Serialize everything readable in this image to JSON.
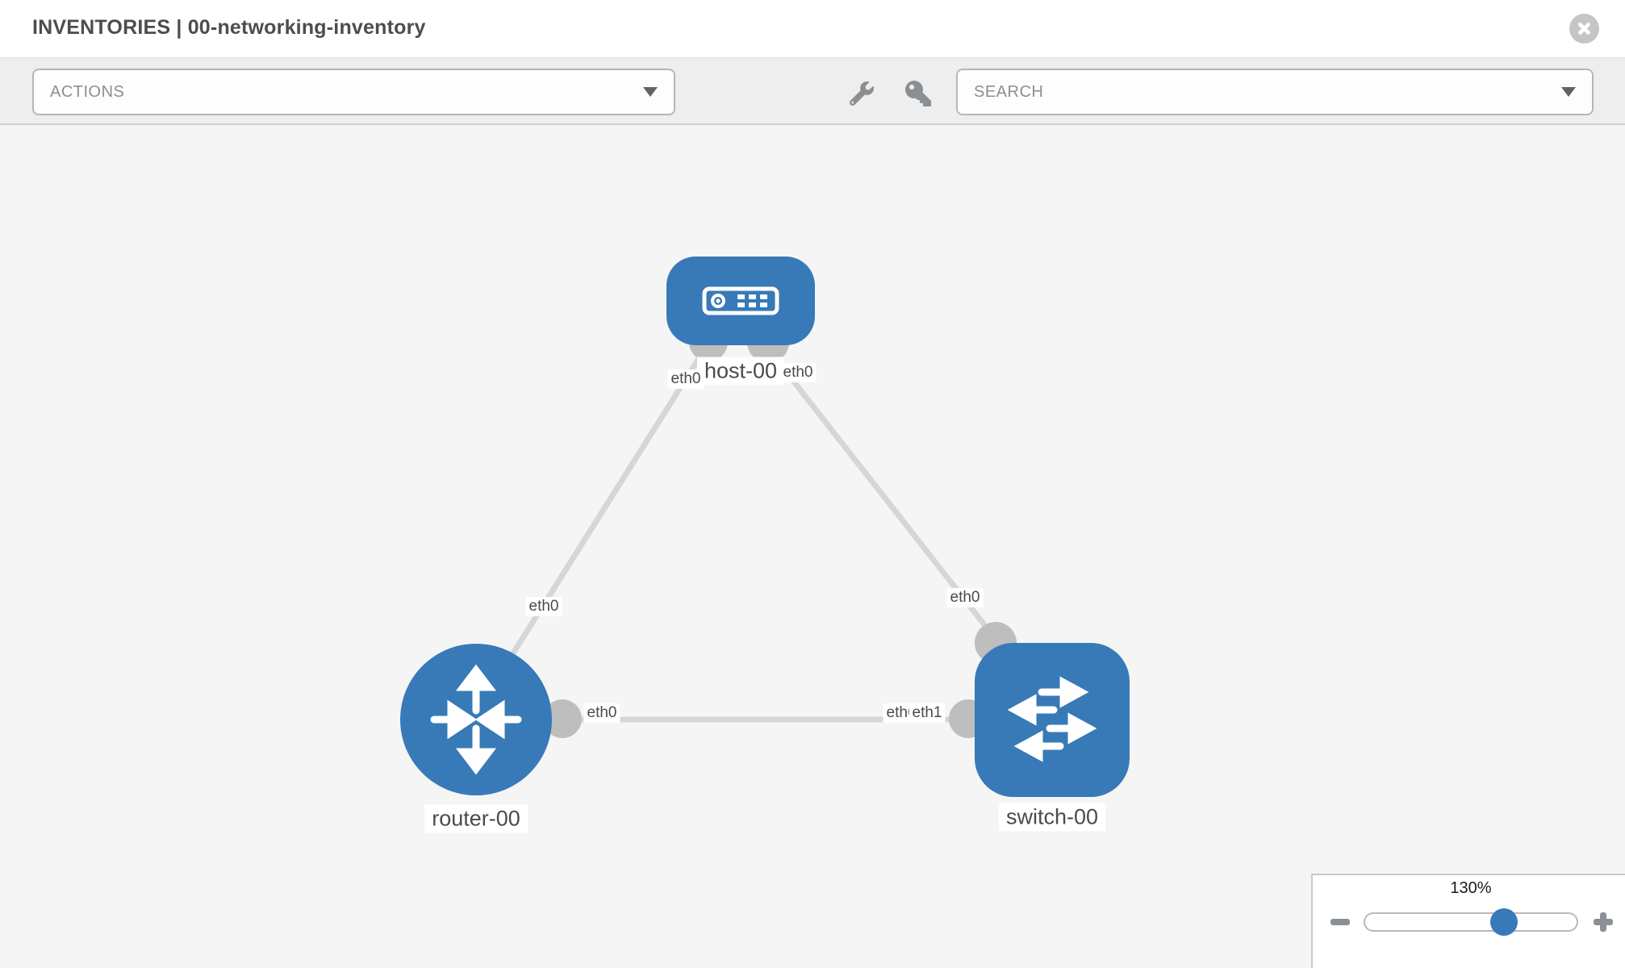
{
  "window": {
    "title": "INVENTORIES | 00-networking-inventory"
  },
  "toolbar": {
    "actions_label": "ACTIONS",
    "search_placeholder": "SEARCH"
  },
  "canvas": {
    "zoom_level": "130%"
  },
  "topology": {
    "nodes": [
      {
        "label": "host-00",
        "type": "host"
      },
      {
        "label": "router-00",
        "type": "router"
      },
      {
        "label": "switch-00",
        "type": "switch"
      }
    ],
    "links": [
      {
        "from": "host-00",
        "from_interface": "eth0",
        "to": "router-00",
        "to_interface": "eth0"
      },
      {
        "from": "host-00",
        "from_interface": "eth0",
        "to": "switch-00",
        "to_interface": "eth0"
      },
      {
        "from": "router-00",
        "from_interface": "eth0",
        "to": "switch-00",
        "to_interface": "eth1",
        "to_interface_overlapped_label": "eth0"
      }
    ]
  },
  "colors": {
    "node_fill": "#377ab7",
    "link_line": "#d6d6d6",
    "connector": "#bebebe",
    "canvas_bg": "#f5f5f5",
    "toolbar_bg": "#eeeeee"
  }
}
